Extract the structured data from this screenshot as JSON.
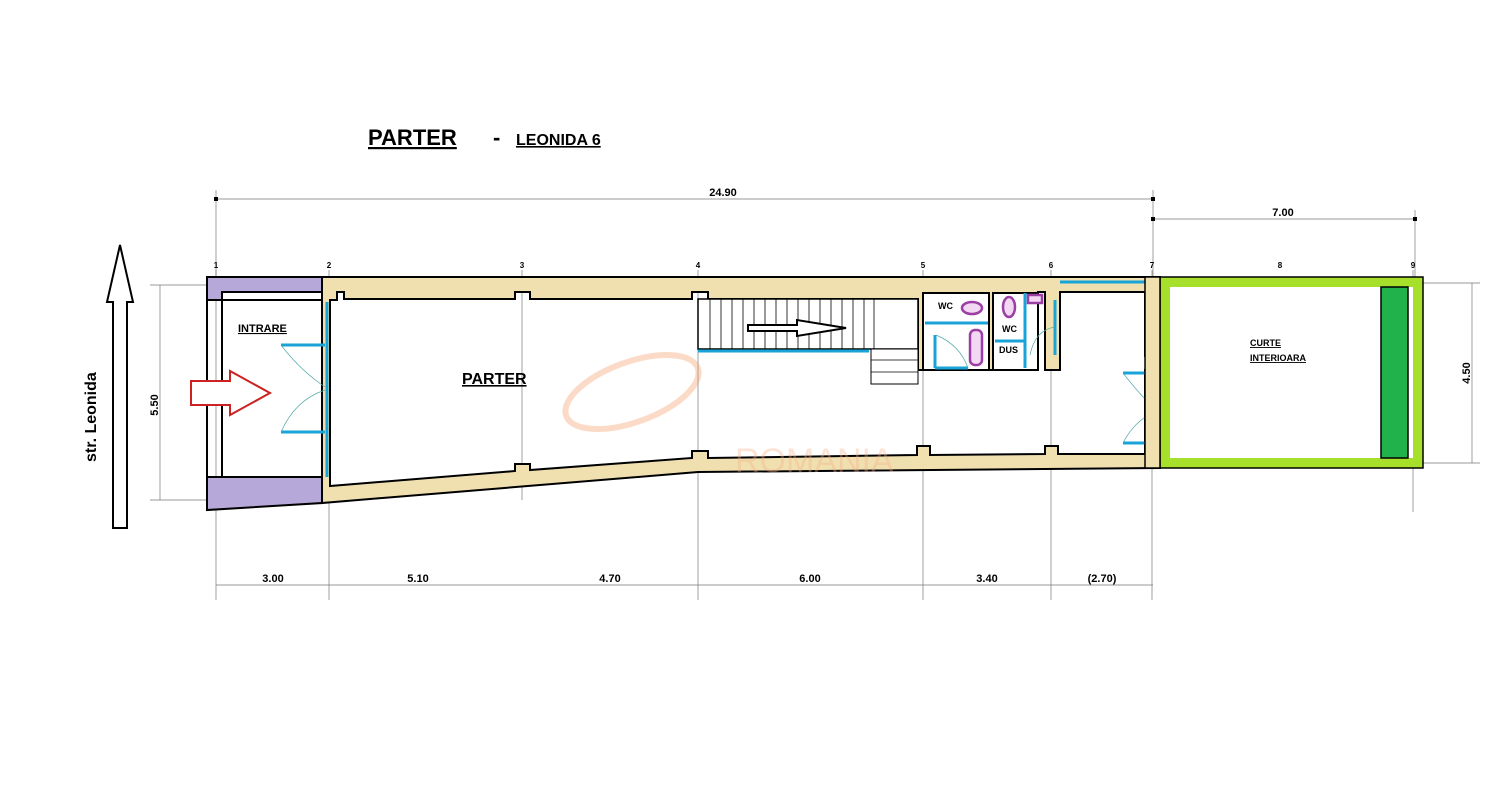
{
  "title": {
    "main": "PARTER",
    "separator": "-",
    "address": "LEONIDA 6"
  },
  "street": {
    "label": "str. Leonida"
  },
  "rooms": {
    "entrance": "INTRARE",
    "main": "PARTER",
    "wc1": "WC",
    "wc2": "WC",
    "shower": "DUS",
    "courtyard_line1": "CURTE",
    "courtyard_line2": "INTERIOARA"
  },
  "dimensions": {
    "total_length": "24.90",
    "courtyard_length": "7.00",
    "width_left": "5.50",
    "width_right": "4.50",
    "segments": [
      "3.00",
      "5.10",
      "4.70",
      "6.00",
      "3.40",
      "(2.70)"
    ]
  },
  "axes": [
    "1",
    "2",
    "3",
    "4",
    "5",
    "6",
    "7",
    "8",
    "9"
  ],
  "watermark": "ROMANIA",
  "colors": {
    "wall": "#f0e0b0",
    "entrance_wall": "#b6a8d8",
    "courtyard_border": "#a6e02a",
    "green_strip": "#22b24c",
    "glazing": "#1aa3d6",
    "entrance_arrow": "#cc2222",
    "sanitary": "#9b3fa5"
  }
}
